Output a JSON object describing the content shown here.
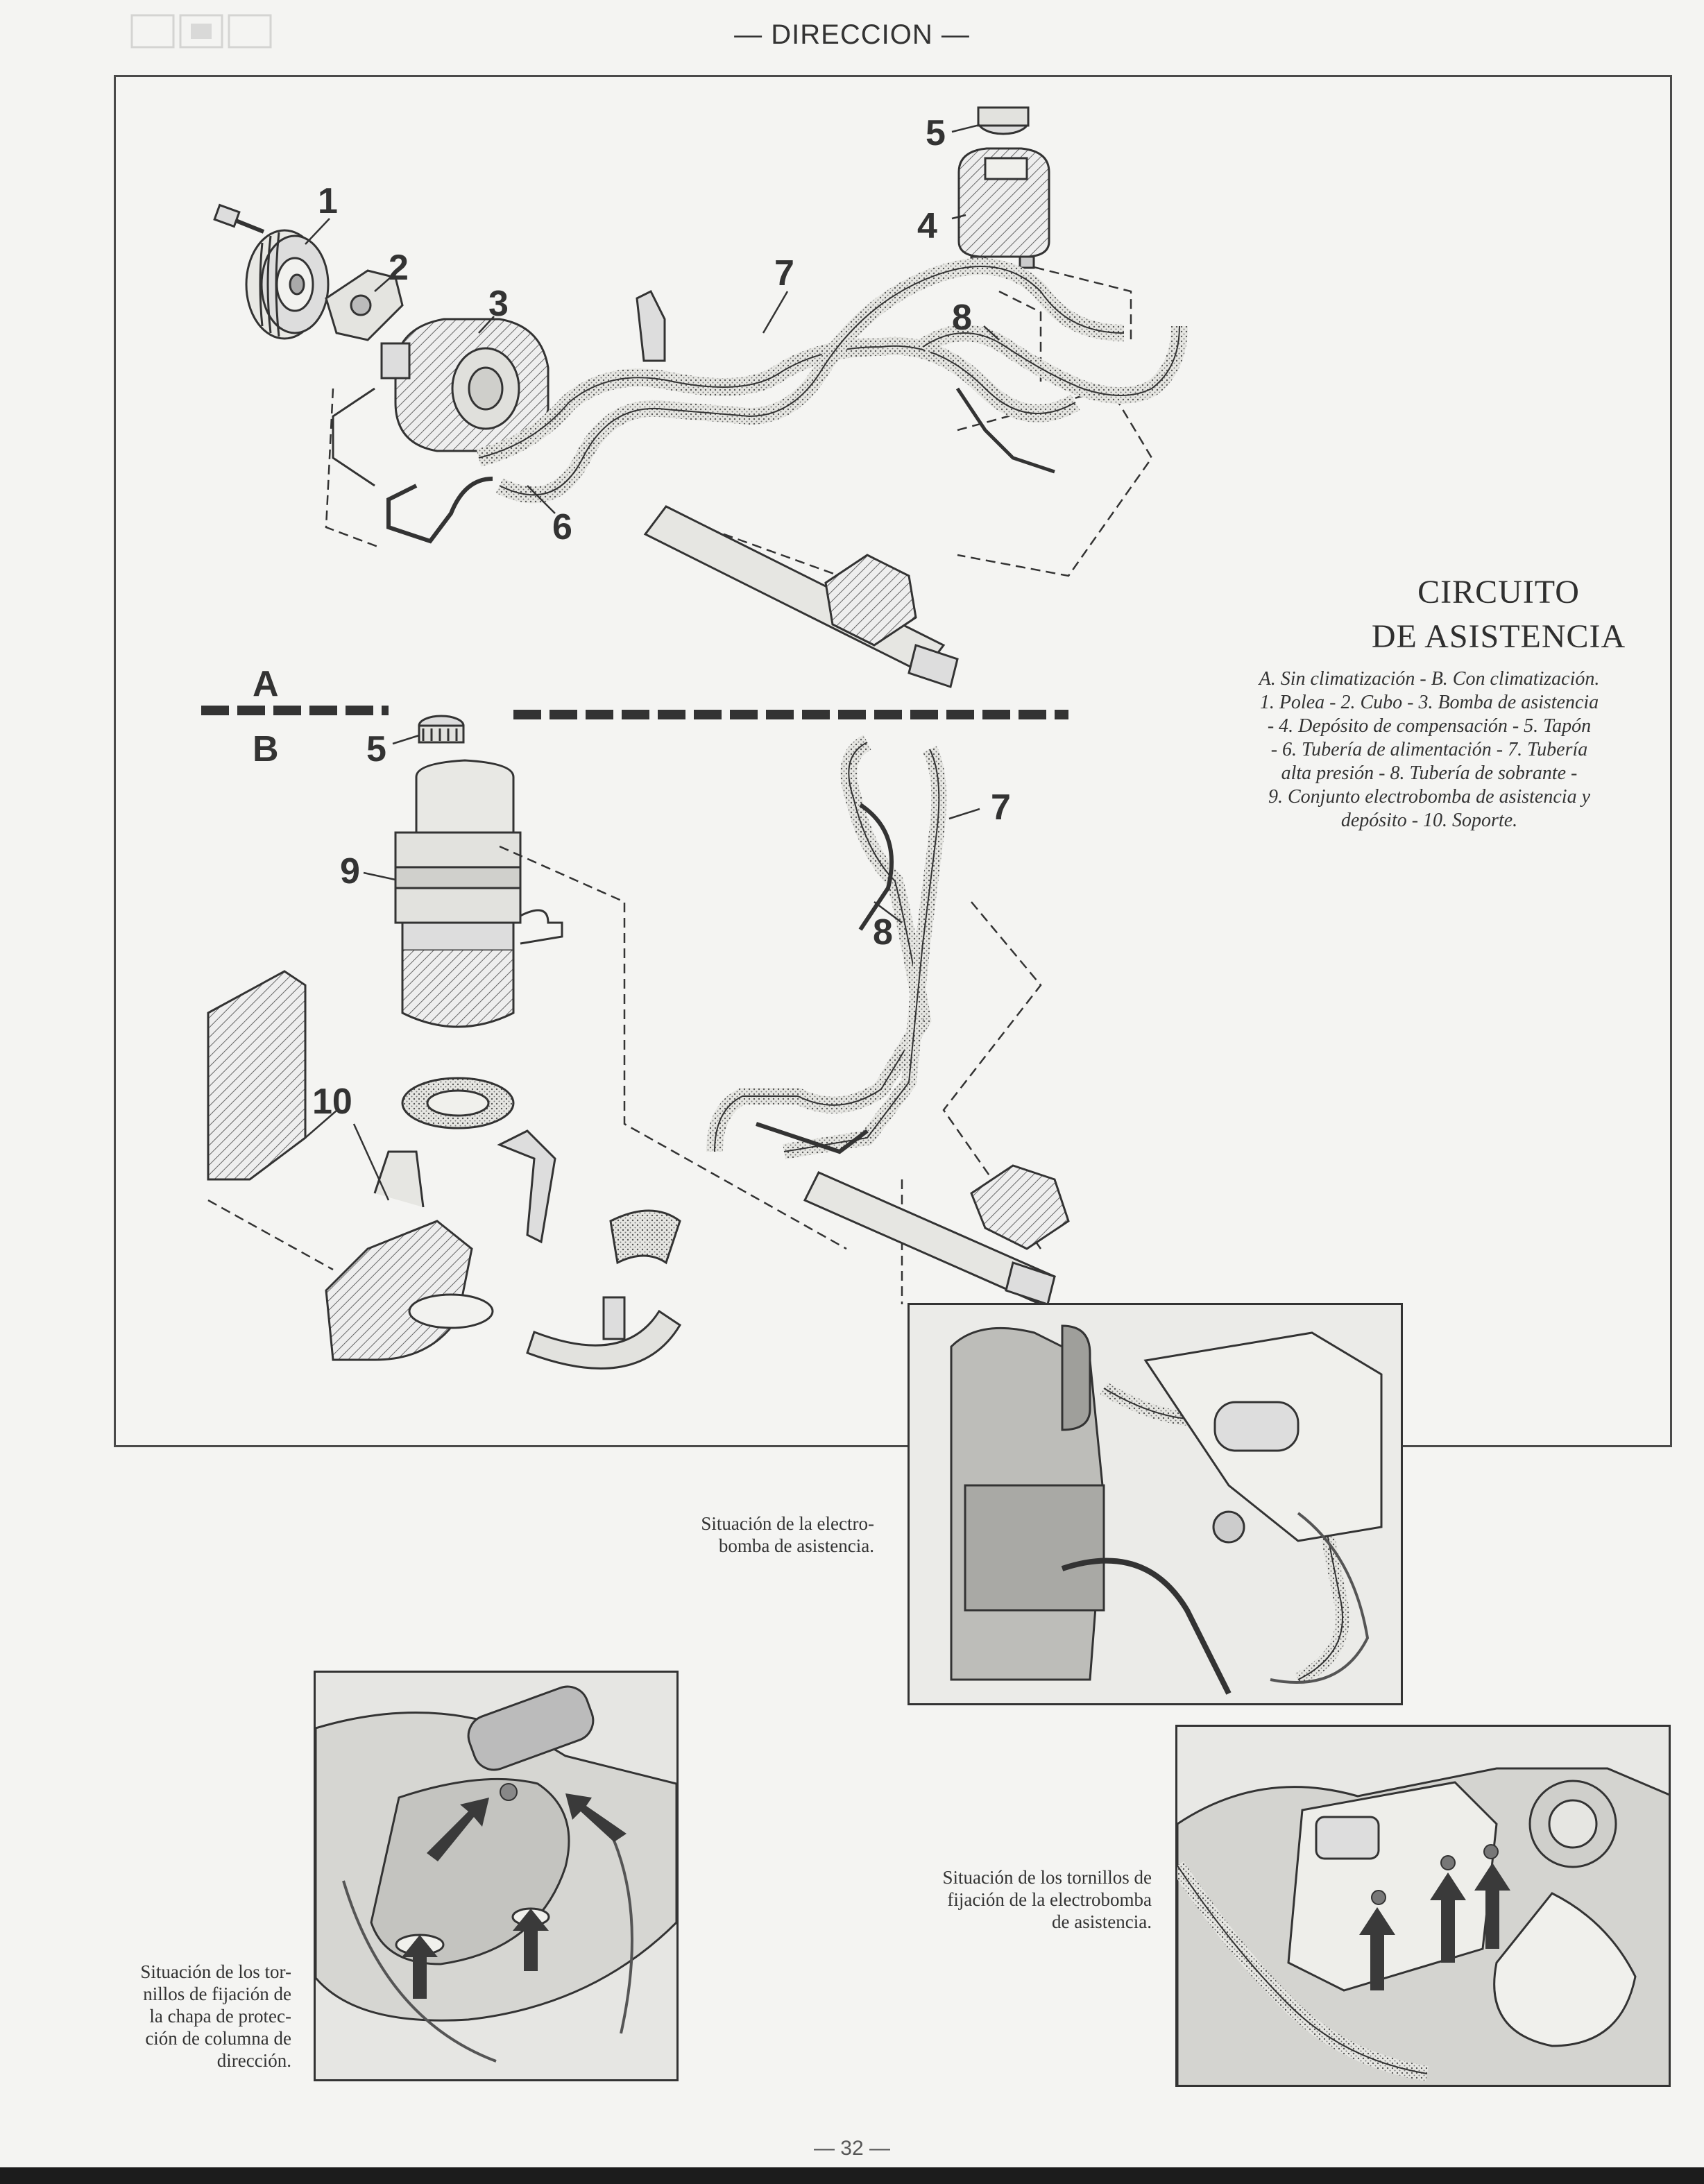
{
  "header": {
    "title": "— DIRECCION —"
  },
  "diagram": {
    "callouts_a": [
      "1",
      "2",
      "3",
      "4",
      "5",
      "6",
      "7",
      "8"
    ],
    "callouts_b": [
      "5",
      "7",
      "8",
      "9",
      "10"
    ],
    "section_a_label": "A",
    "section_b_label": "B"
  },
  "title_block": {
    "line1": "CIRCUITO",
    "line2": "DE ASISTENCIA",
    "legend_lines": [
      "A. Sin climatización - B. Con climatización.",
      "1. Polea - 2. Cubo - 3. Bomba  de asistencia",
      "- 4. Depósito de  compensación - 5. Tapón",
      " - 6. Tubería de alimentación -  7. Tubería",
      "alta presión -  8. Tubería de sobrante -",
      "9. Conjunto electrobomba de asistencia y",
      "depósito - 10. Soporte."
    ]
  },
  "photos": {
    "electrobomba": {
      "caption_lines": [
        "Situación de la electro-",
        "bomba de asistencia."
      ]
    },
    "chapa": {
      "caption_lines": [
        "Situación de los tor-",
        "nillos de fijación de",
        "la chapa de protec-",
        "ción de columna de",
        "dirección."
      ]
    },
    "tornillos": {
      "caption_lines": [
        "Situación de los tornillos de",
        "fijación de la electrobomba",
        "de asistencia."
      ]
    }
  },
  "footer": {
    "page_number": "— 32 —"
  },
  "colors": {
    "ink": "#333333",
    "paper": "#f4f4f2",
    "hose_fill": "#d8d8d4",
    "photo_bg": "#e9e9e6",
    "arrow": "#3a3a3a"
  }
}
